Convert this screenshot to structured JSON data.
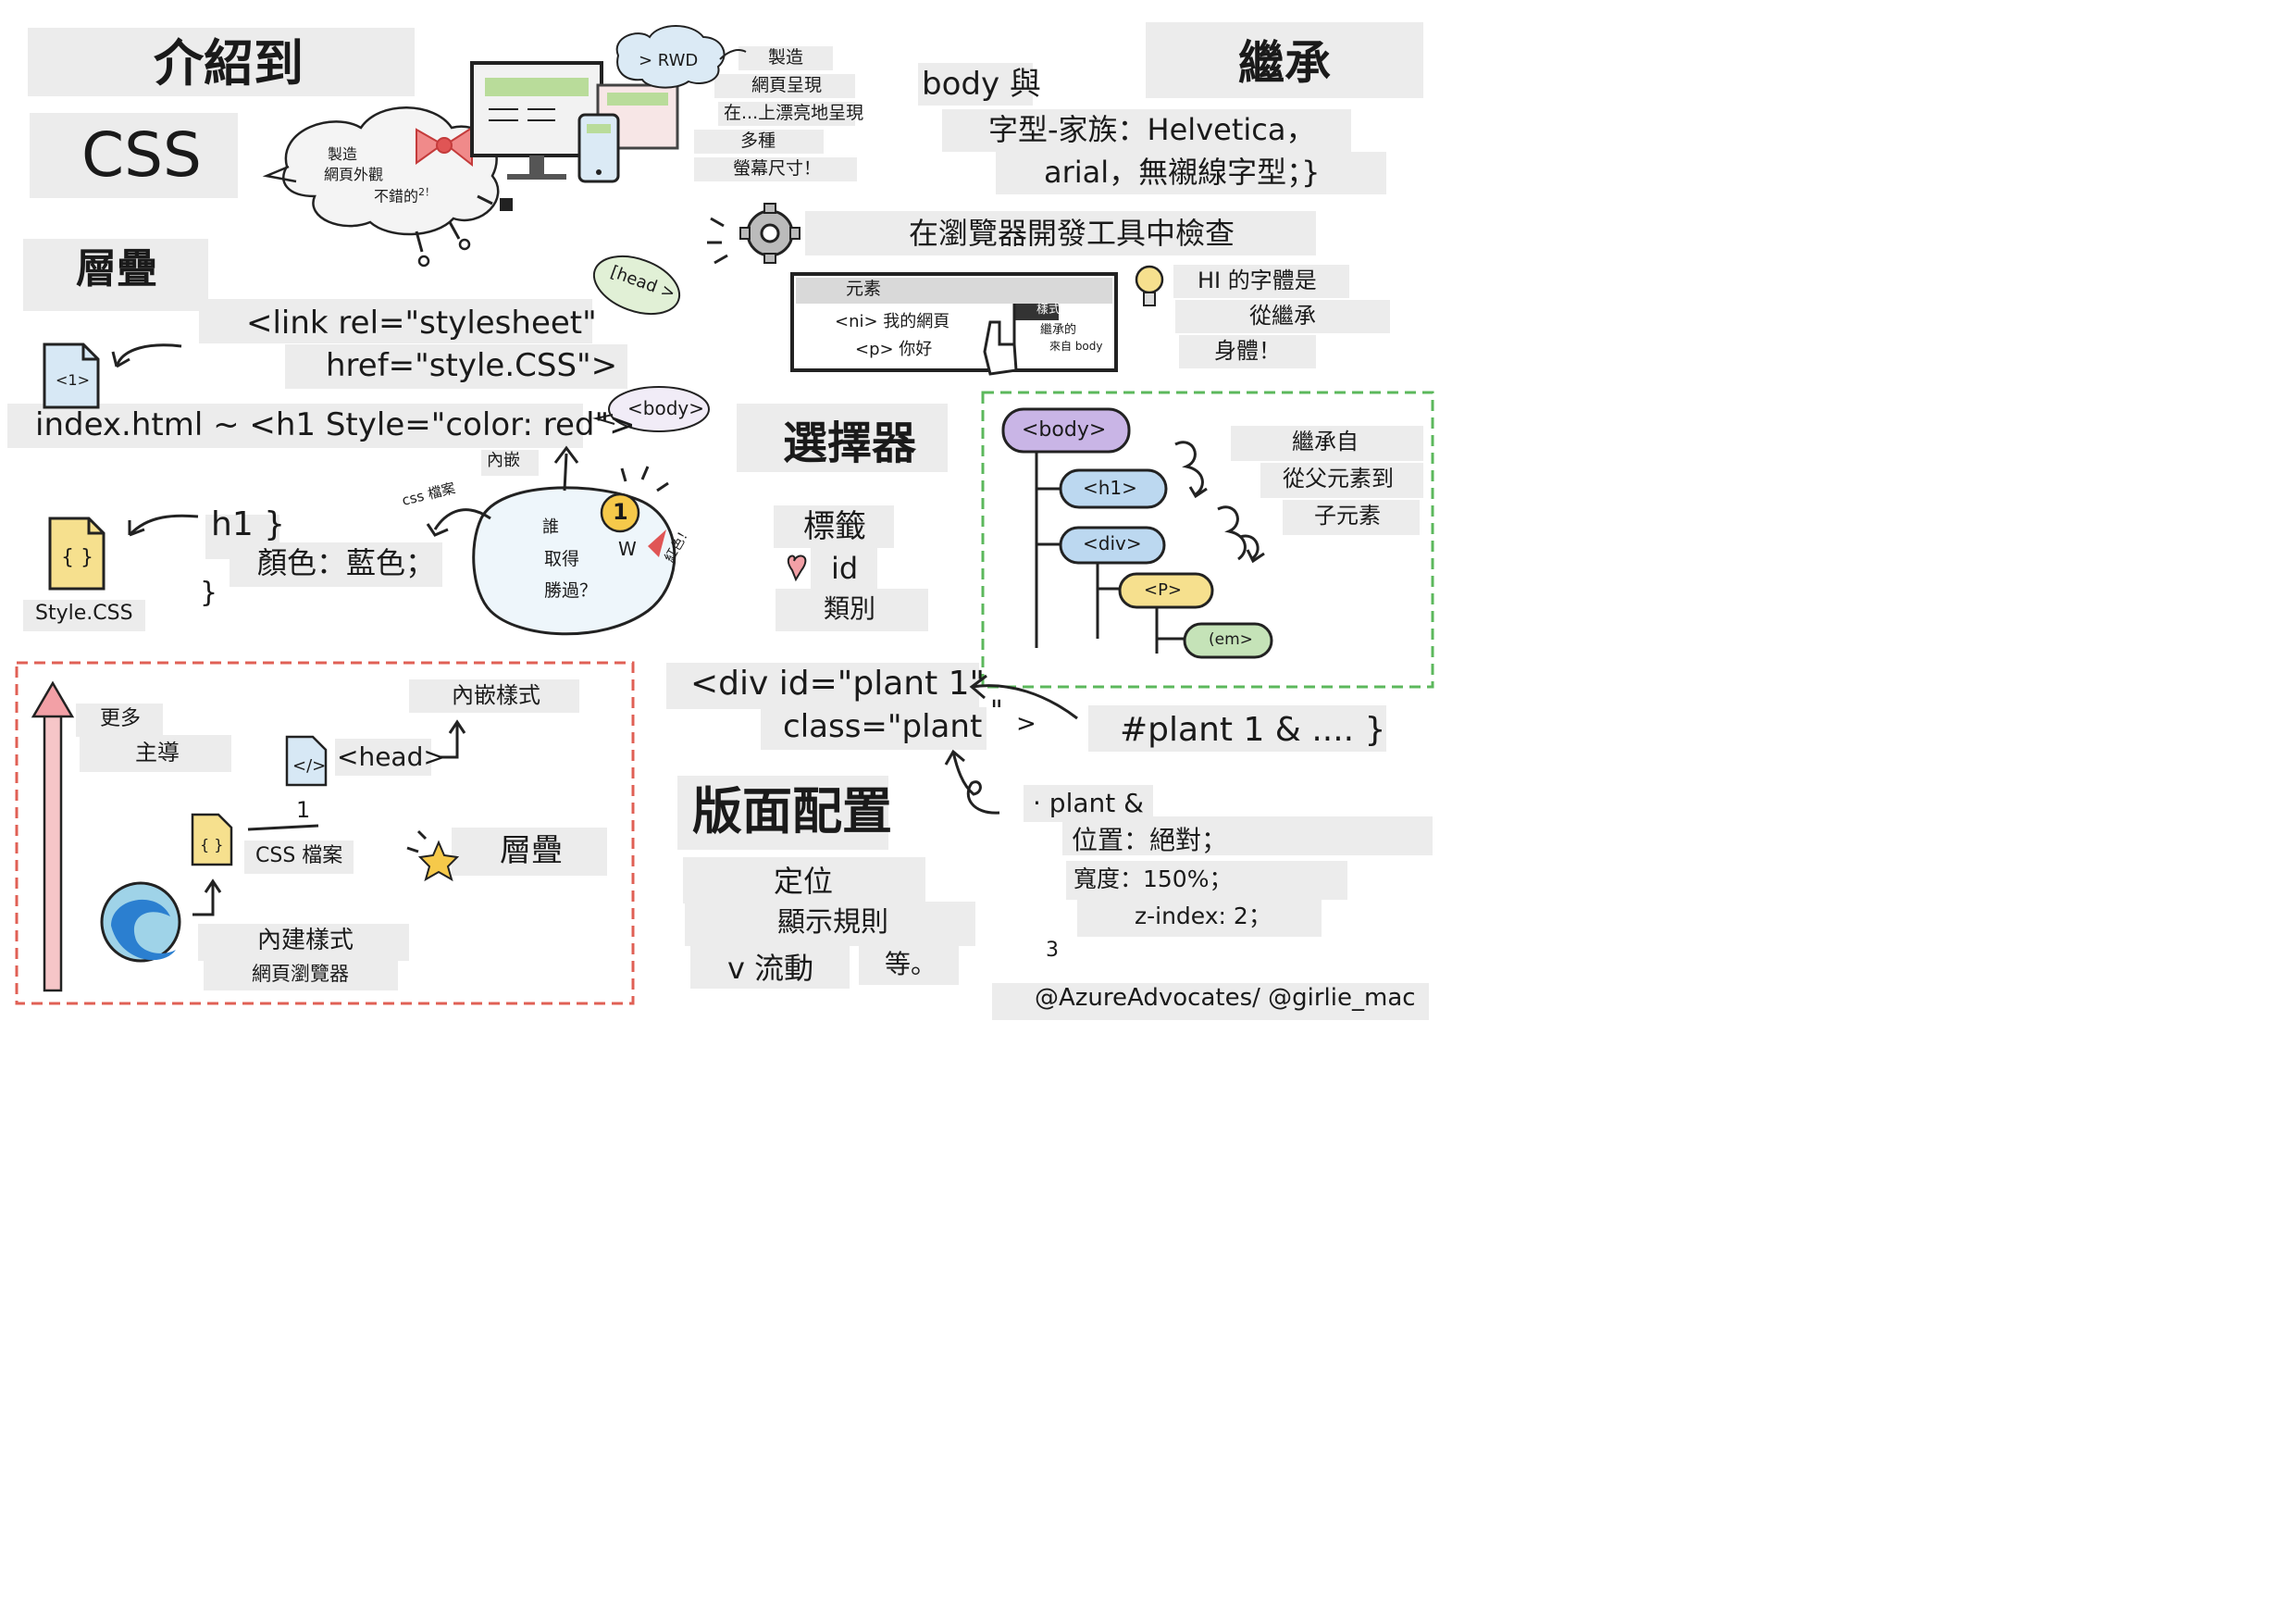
{
  "title": {
    "line1": "介紹到",
    "line2": "CSS"
  },
  "cascade": {
    "heading": "層疊"
  },
  "cloud_top": {
    "l1": "製造",
    "l2": "網頁外觀",
    "l3": "不錯的",
    "sup": "2！"
  },
  "rwd": {
    "tag": "> RWD",
    "l1": "製造",
    "l2": "網頁呈現",
    "l3": "在...上漂亮地呈現",
    "l4": "多種",
    "l5": "螢幕尺寸！"
  },
  "head_bubble": "[head >",
  "link_code": {
    "l1": "<link rel=\"stylesheet\"",
    "l2": "href=\"style.CSS\">"
  },
  "index_line": "index.html ~ <h1 Style=\"color: red\">",
  "file_h1_label": "<1>",
  "body_bubble": "<body>",
  "inline_label": "內嵌",
  "css_file_label": "css 檔案",
  "css_rule": {
    "l1": "h1 }",
    "l2": "顏色：藍色；",
    "l3": "}"
  },
  "style_css_label": "Style.CSS",
  "winner": {
    "l1": "誰",
    "l2": "取得",
    "l3": "勝過？",
    "w": "W",
    "red": "紅色！",
    "medal": "1"
  },
  "inherit": {
    "heading": "繼承",
    "body_with": "body 與",
    "l1": "字型-家族：Helvetica，",
    "l2": "arial，無襯線字型；}"
  },
  "devtools": {
    "heading": "在瀏覽器開發工具中檢查",
    "elements": "元素",
    "row1": "<ni> 我的網頁",
    "row2": "<p> 你好",
    "styles": "樣式",
    "inherited": "繼承的",
    "from_body": "來自 body"
  },
  "h1_font": {
    "l1": "HI 的字體是",
    "l2": "從繼承",
    "l3": "身體！"
  },
  "selectors": {
    "heading": "選擇器",
    "tag": "標籤",
    "id": "id",
    "class": "類別"
  },
  "tree": {
    "body": "<body>",
    "h1": "<h1>",
    "div": "<div>",
    "p": "<P>",
    "em": "(em>",
    "c1": "繼承自",
    "c2": "從父元素到",
    "c3": "子元素"
  },
  "div_code": {
    "l1": "<div id=\"plant 1\"",
    "l2": "class=\"plant",
    "q": "\"",
    "gt": ">"
  },
  "plant_rule": {
    "l1": "#plant 1 & .... }",
    "l2": "· plant &",
    "l3": "位置：絕對；",
    "l4": "寬度：150%；",
    "l5": "z-index: 2；",
    "n3": "3"
  },
  "layout": {
    "heading": "版面配置",
    "l1": "定位",
    "l2": "顯示規則",
    "l3": "v 流動",
    "l4": "等。"
  },
  "priority": {
    "more": "更多",
    "dominant": "主導",
    "inline_styles": "內嵌樣式",
    "head": "<head>",
    "one": "1",
    "css_file": "CSS 檔案",
    "cascade": "層疊",
    "builtin": "內建樣式",
    "browser": "網頁瀏覽器"
  },
  "credit": "@AzureAdvocates/ @girlie_mac",
  "colors": {
    "pink": "#f2a0a6",
    "red_dash": "#e06055",
    "green_dash": "#5cb85c",
    "purple": "#c9b5e6",
    "blue": "#bcd8f0",
    "yellow": "#f6e08e",
    "green": "#c5e3b8"
  }
}
